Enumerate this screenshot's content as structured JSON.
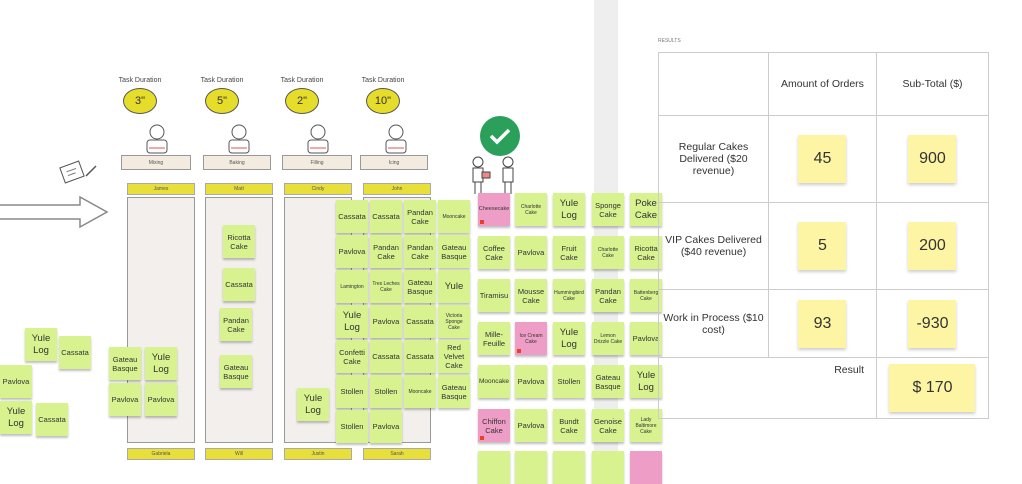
{
  "tasks": [
    {
      "duration_label": "Task Duration",
      "duration": "3\"",
      "task": "Mixing",
      "worker": "James",
      "next_worker": "Gabriela"
    },
    {
      "duration_label": "Task Duration",
      "duration": "5\"",
      "task": "Baking",
      "worker": "Matt",
      "next_worker": "Will"
    },
    {
      "duration_label": "Task Duration",
      "duration": "2\"",
      "task": "Filling",
      "worker": "Cindy",
      "next_worker": "Justin"
    },
    {
      "duration_label": "Task Duration",
      "duration": "10\"",
      "task": "Icing",
      "worker": "John",
      "next_worker": "Sarah"
    }
  ],
  "stickies": [
    {
      "text": "Yule Log",
      "color": "green"
    },
    {
      "text": "Cassata",
      "color": "green"
    },
    {
      "text": "Pavlova",
      "color": "green"
    },
    {
      "text": "Yule Log",
      "color": "green"
    },
    {
      "text": "Cassata",
      "color": "green"
    },
    {
      "text": "Gateau Basque",
      "color": "green"
    },
    {
      "text": "Yule Log",
      "color": "green"
    },
    {
      "text": "Pavlova",
      "color": "green"
    },
    {
      "text": "Pavlova",
      "color": "green"
    },
    {
      "text": "Ricotta Cake",
      "color": "green"
    },
    {
      "text": "Cassata",
      "color": "green"
    },
    {
      "text": "Pandan Cake",
      "color": "green"
    },
    {
      "text": "Gateau Basque",
      "color": "green"
    },
    {
      "text": "Yule Log",
      "color": "green"
    },
    {
      "text": "Cassata",
      "color": "green"
    },
    {
      "text": "Cassata",
      "color": "green"
    },
    {
      "text": "Pandan Cake",
      "color": "green"
    },
    {
      "text": "Mooncake",
      "color": "green"
    },
    {
      "text": "Pavlova",
      "color": "green"
    },
    {
      "text": "Pandan Cake",
      "color": "green"
    },
    {
      "text": "Pandan Cake",
      "color": "green"
    },
    {
      "text": "Gateau Basque",
      "color": "green"
    },
    {
      "text": "Lamington",
      "color": "green"
    },
    {
      "text": "Tres Leches Cake",
      "color": "green"
    },
    {
      "text": "Gateau Basque",
      "color": "green"
    },
    {
      "text": "Yule",
      "color": "green"
    },
    {
      "text": "Yule Log",
      "color": "green"
    },
    {
      "text": "Pavlova",
      "color": "green"
    },
    {
      "text": "Cassata",
      "color": "green"
    },
    {
      "text": "Victoria Sponge Cake",
      "color": "green"
    },
    {
      "text": "Confetti Cake",
      "color": "green"
    },
    {
      "text": "Cassata",
      "color": "green"
    },
    {
      "text": "Cassata",
      "color": "green"
    },
    {
      "text": "Red Velvet Cake",
      "color": "green"
    },
    {
      "text": "Stollen",
      "color": "green"
    },
    {
      "text": "Stollen",
      "color": "green"
    },
    {
      "text": "Mooncake",
      "color": "green"
    },
    {
      "text": "Gateau Basque",
      "color": "green"
    },
    {
      "text": "Stollen",
      "color": "green"
    },
    {
      "text": "Pavlova",
      "color": "green"
    }
  ],
  "delivered": [
    {
      "text": "Cheesecake",
      "color": "pink"
    },
    {
      "text": "Charlotte Cake",
      "color": "green"
    },
    {
      "text": "Yule Log",
      "color": "green"
    },
    {
      "text": "Sponge Cake",
      "color": "green"
    },
    {
      "text": "Poke Cake",
      "color": "green"
    },
    {
      "text": "Coffee Cake",
      "color": "green"
    },
    {
      "text": "Pavlova",
      "color": "green"
    },
    {
      "text": "Fruit Cake",
      "color": "green"
    },
    {
      "text": "Charlotte Cake",
      "color": "green"
    },
    {
      "text": "Ricotta Cake",
      "color": "green"
    },
    {
      "text": "Tiramisu",
      "color": "green"
    },
    {
      "text": "Mousse Cake",
      "color": "green"
    },
    {
      "text": "Hummingbird Cake",
      "color": "green"
    },
    {
      "text": "Pandan Cake",
      "color": "green"
    },
    {
      "text": "Battenberg Cake",
      "color": "green"
    },
    {
      "text": "Mille-Feuille",
      "color": "green"
    },
    {
      "text": "Ice Cream Cake",
      "color": "pink"
    },
    {
      "text": "Yule Log",
      "color": "green"
    },
    {
      "text": "Lemon Drizzle Cake",
      "color": "green"
    },
    {
      "text": "Pavlova",
      "color": "green"
    },
    {
      "text": "Mooncake",
      "color": "green"
    },
    {
      "text": "Pavlova",
      "color": "green"
    },
    {
      "text": "Stollen",
      "color": "green"
    },
    {
      "text": "Gateau Basque",
      "color": "green"
    },
    {
      "text": "Yule Log",
      "color": "green"
    },
    {
      "text": "Chiffon Cake",
      "color": "pink"
    },
    {
      "text": "Pavlova",
      "color": "green"
    },
    {
      "text": "Bundt Cake",
      "color": "green"
    },
    {
      "text": "Genoise Cake",
      "color": "green"
    },
    {
      "text": "Lady Baltimore Cake",
      "color": "green"
    }
  ],
  "results": {
    "label": "RESULTS",
    "headers": [
      "",
      "Amount of Orders",
      "Sub-Total ($)"
    ],
    "rows": [
      {
        "label": "Regular Cakes Delivered ($20 revenue)",
        "amount": "45",
        "subtotal": "900"
      },
      {
        "label": "VIP Cakes Delivered ($40 revenue)",
        "amount": "5",
        "subtotal": "200"
      },
      {
        "label": "Work in Process ($10 cost)",
        "amount": "93",
        "subtotal": "-930"
      }
    ],
    "result_label": "Result",
    "result_value": "$ 170"
  },
  "colors": {
    "sticky_green": "#d7f28f",
    "sticky_pink": "#ee9ec6",
    "sticky_yellow": "#fdf5a4",
    "duration_yellow": "#e6dc2a",
    "check_green": "#2aa05a"
  }
}
